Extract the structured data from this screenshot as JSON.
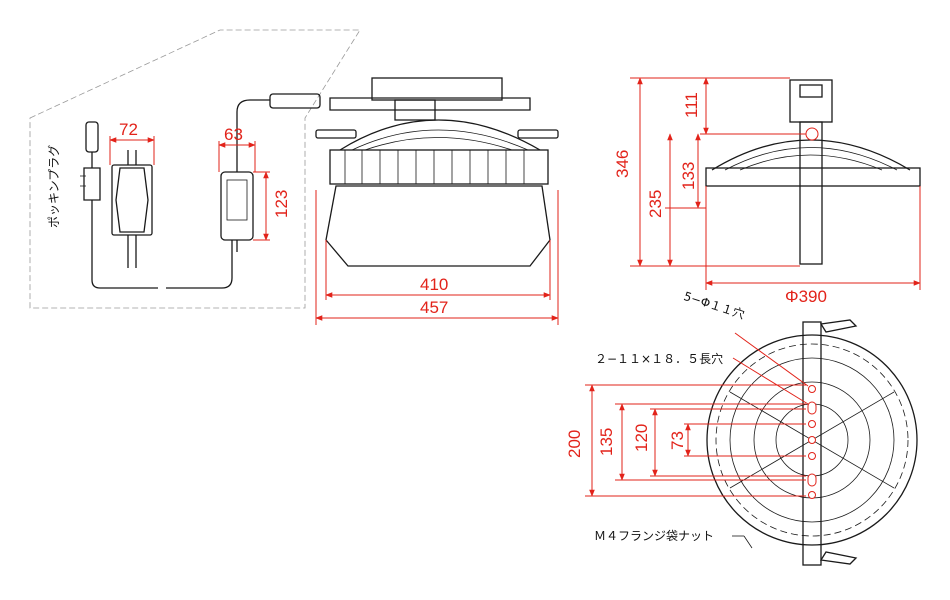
{
  "labels": {
    "plug_label": "ポッキンプラグ",
    "mount_holes": "5−Φ１１穴",
    "slot_holes": "２−１１×１８．５長穴",
    "nut": "Ｍ４フランジ袋ナット"
  },
  "dimensions": {
    "control_box_width": "72",
    "connector_width": "63",
    "connector_height": "123",
    "body_width": "410",
    "overall_width": "457",
    "total_height": "346",
    "bracket_height": "111",
    "shade_height": "133",
    "pivot_height": "235",
    "diameter": "Φ390",
    "bracket_span": "200",
    "hole_span_outer": "135",
    "hole_span_mid": "120",
    "hole_span_inner": "73"
  },
  "colors": {
    "dimension": "#e2231a",
    "outline": "#1a1a1a",
    "leader": "#9a9a9a"
  }
}
